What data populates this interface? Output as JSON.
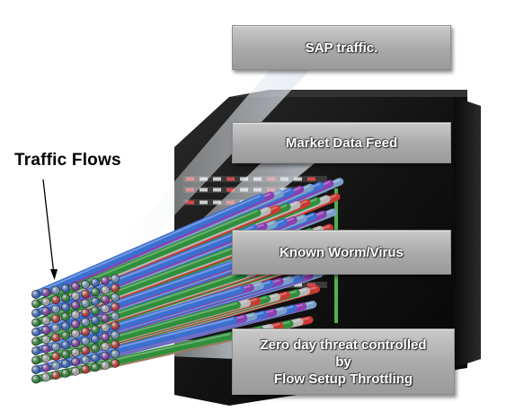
{
  "labels": {
    "traffic_flows": "Traffic Flows",
    "sap": "SAP traffic.",
    "market": "Market Data Feed",
    "worm": "Known Worm/Virus",
    "zero_l1": "Zero day threat controlled",
    "zero_l2": "by",
    "zero_l3": "Flow Setup Throttling"
  },
  "colors": {
    "tube_colors": [
      "#3b6fd0",
      "#c83a32",
      "#8c3fb0",
      "#2f8f3a",
      "#7aa0c8",
      "#b8b8b8"
    ],
    "device": "#1c1c1c",
    "callout_bg": "#b0b0b0"
  }
}
